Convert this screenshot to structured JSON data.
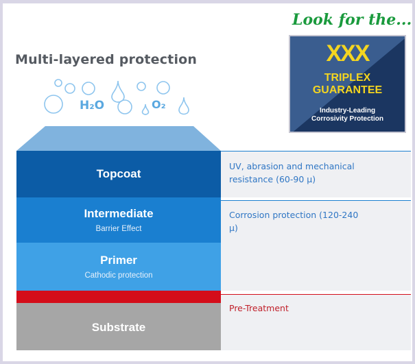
{
  "title": "Multi-layered protection",
  "molecules": {
    "water": "H₂O",
    "oxygen": "O₂"
  },
  "badge": {
    "lookfor": "Look for the...",
    "logo": "XXX",
    "line1": "TRIPLEX",
    "line2": "GUARANTEE",
    "line3": "Industry-Leading",
    "line4": "Corrosivity Protection"
  },
  "layers": [
    {
      "name": "Topcoat",
      "sub": "",
      "color": "#0c5ca6"
    },
    {
      "name": "Intermediate",
      "sub": "Barrier Effect",
      "color": "#1a7fd0"
    },
    {
      "name": "Primer",
      "sub": "Cathodic protection",
      "color": "#3fa1e6"
    },
    {
      "name": "",
      "sub": "",
      "color": "#d40d1a"
    },
    {
      "name": "Substrate",
      "sub": "",
      "color": "#a6a6a6"
    }
  ],
  "descriptions": {
    "topcoat": "UV, abrasion and mechanical resistance (60-90 µ)",
    "intermediate": "Corrosion protection (120-240 µ)",
    "pretreatment": "Pre-Treatment"
  },
  "colors": {
    "pretreatment_text": "#c0202a",
    "description_text": "#2f76c4",
    "badge_yellow": "#f4d520",
    "badge_navy": "#1e3a66",
    "lookfor_green": "#1a9a3d"
  }
}
